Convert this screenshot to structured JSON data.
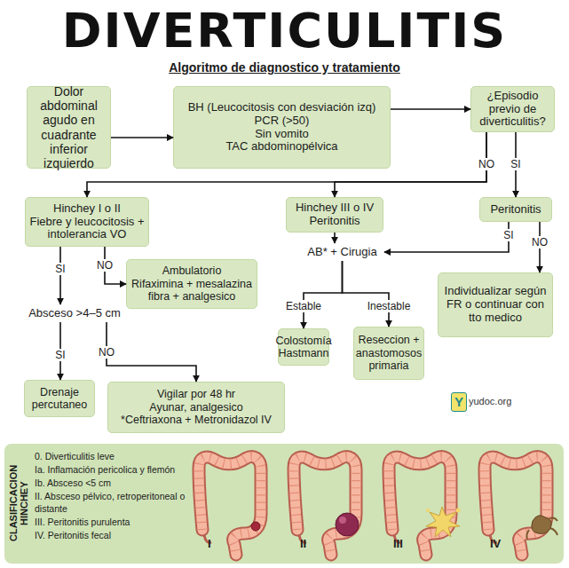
{
  "diagram": {
    "title": "DIVERTICULITIS",
    "nodes": [
      {
        "text": [
          "Dolor abdominal agudo en cuadrante inferior izquierdo"
        ]
      },
      {
        "text": [
          "BH (Leucocitosis con desviación izq)",
          "PCR (>50)",
          "Sin vomito",
          "TAC abdominopélvica"
        ]
      },
      {
        "text": [
          "¿Episodio previo de diverticulitis?"
        ]
      },
      {
        "text": [
          "Hinchey I o II",
          "Fiebre y leucocitosis + intolerancia VO"
        ]
      },
      {
        "text": [
          "Hinchey III o IV",
          "Peritonitis"
        ]
      },
      {
        "text": [
          "Peritonitis"
        ]
      },
      {
        "text": [
          "AB* + Cirugia"
        ]
      },
      {
        "text": [
          "Ambulatorio",
          "Rifaximina + mesalazina fibra + analgesico"
        ]
      },
      {
        "text": [
          "Individualizar según FR o continuar con tto medico"
        ]
      },
      {
        "text": [
          "Absceso >4–5 cm"
        ]
      },
      {
        "text": [
          "Colostomía Hastmann"
        ]
      },
      {
        "text": [
          "Reseccion + anastomosos primaria"
        ]
      },
      {
        "text": [
          "Drenaje percutaneo"
        ]
      },
      {
        "text": [
          "Vigilar por 48 hr",
          "Ayunar, analgesico",
          "*Ceftriaxona + Metronidazol IV"
        ]
      },
      {
        "text": [
          "CLASIFICACION HINCHEY",
          "0. Diverticulitis leve",
          "Ia. Inflamación pericolica y flemón",
          "Ib. Absceso <5 cm",
          "II. Absceso pélvico, retroperitoneal o distante",
          "III. Peritonitis purulenta",
          "IV. Peritonitis fecal"
        ]
      }
    ],
    "edges": [
      {
        "from": 0,
        "to": 1,
        "arrow": "to"
      },
      {
        "from": 1,
        "to": 2,
        "arrow": "to"
      },
      {
        "from": 2,
        "to": 3,
        "arrow": "to",
        "label": "NO"
      },
      {
        "from": 2,
        "to": 4,
        "arrow": "to"
      },
      {
        "from": 2,
        "to": 5,
        "arrow": "to",
        "label": "SI"
      },
      {
        "from": 3,
        "to": 9,
        "arrow": "to",
        "label": "SI"
      },
      {
        "from": 3,
        "to": 7,
        "arrow": "to",
        "label": "NO"
      },
      {
        "from": 4,
        "to": 6,
        "arrow": "to"
      },
      {
        "from": 5,
        "to": 6,
        "arrow": "to",
        "label": "SI"
      },
      {
        "from": 5,
        "to": 8,
        "arrow": "to",
        "label": "NO"
      },
      {
        "from": 6,
        "to": 10,
        "arrow": "to",
        "label": "Estable"
      },
      {
        "from": 6,
        "to": 11,
        "arrow": "to",
        "label": "Inestable"
      },
      {
        "from": 9,
        "to": 12,
        "arrow": "to",
        "label": "SI"
      },
      {
        "from": 9,
        "to": 13,
        "arrow": "to",
        "label": "NO"
      }
    ],
    "labels": [
      "Algoritmo de diagnostico y tratamiento",
      "Y",
      "yudoc.org",
      "I",
      "II",
      "III",
      "IV"
    ]
  }
}
